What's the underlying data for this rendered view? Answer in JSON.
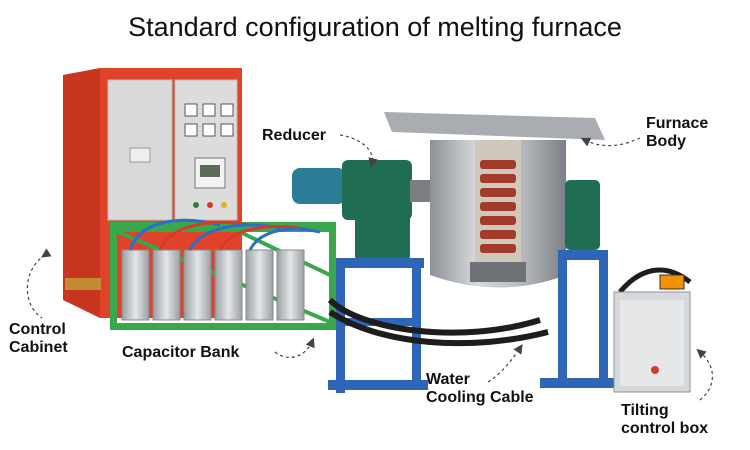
{
  "title": "Standard configuration of melting furnace",
  "labels": {
    "reducer": "Reducer",
    "furnace_body_line1": "Furnace",
    "furnace_body_line2": "Body",
    "control_cabinet_line1": "Control",
    "control_cabinet_line2": "Cabinet",
    "capacitor_bank": "Capacitor Bank",
    "water_cooling_line1": "Water",
    "water_cooling_line2": "Cooling Cable",
    "tilting_line1": "Tilting",
    "tilting_line2": "control box"
  },
  "colors": {
    "cabinet_red": "#e0432a",
    "cabinet_panel": "#d9d9d9",
    "frame_green": "#38a84a",
    "stand_blue": "#2f66b8",
    "reducer_green": "#1f6e54",
    "furnace_steel": "#b4b8bd",
    "coil_red": "#a23b2a"
  },
  "icons": [
    "dashed-arrow-icon"
  ]
}
